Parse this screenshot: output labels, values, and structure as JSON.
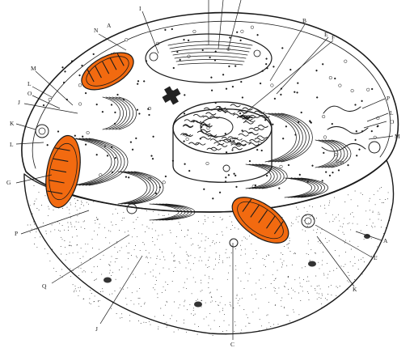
{
  "diagram": {
    "colors": {
      "ink": "#1a1a1a",
      "paper": "#ffffff",
      "mitochondria_fill": "#f26a10"
    },
    "labels": {
      "top_i": "I",
      "top_n": "N",
      "top_a": "A",
      "top_b": "B",
      "top_e": "E",
      "top_f": "F",
      "left_m": "M",
      "left_l1": "L",
      "left_o": "O",
      "left_j": "J",
      "left_k": "K",
      "left_l2": "L",
      "left_g": "G",
      "left_p": "P",
      "left_q": "Q",
      "bottom_j": "J",
      "bottom_c": "C",
      "right_p": "P",
      "right_l": "L",
      "right_o": "O",
      "right_m": "M",
      "right_a": "A",
      "right_l2": "L",
      "right_k": "K"
    }
  }
}
